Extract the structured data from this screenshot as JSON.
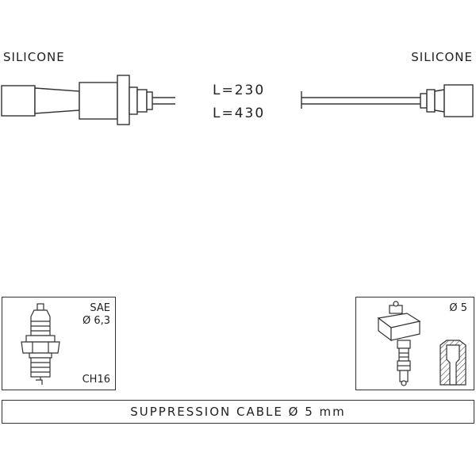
{
  "cable": {
    "left_end_label": "SILICONE",
    "right_end_label": "SILICONE",
    "lengths": [
      "L=230",
      "L=430"
    ]
  },
  "spark_plug": {
    "thread_standard": "SAE",
    "terminal_diameter": "Ø 6,3",
    "hex": "CH16"
  },
  "coil": {
    "terminal_diameter": "Ø 5"
  },
  "footer": {
    "text": "SUPPRESSION CABLE  Ø  5 mm"
  }
}
